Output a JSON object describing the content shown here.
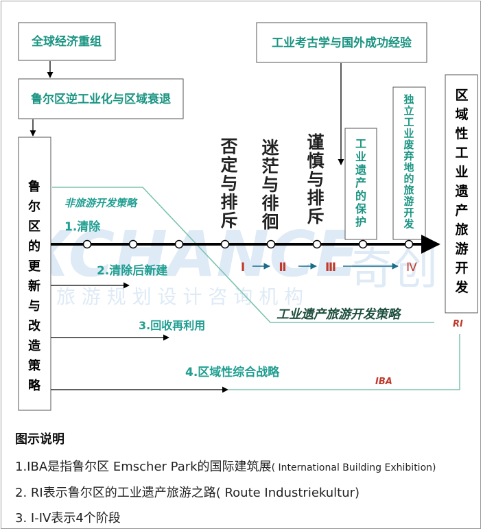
{
  "boxes": {
    "global_econ": "全球经济重组",
    "deindustrial": "鲁尔区逆工业化与区域衰退",
    "archaeology": "工业考古学与国外成功经验",
    "ruhr_strategy": [
      "鲁",
      "尔",
      "区",
      "的",
      "更",
      "新",
      "与",
      "改",
      "造",
      "策",
      "略"
    ],
    "regional_dev": [
      "区",
      "域",
      "性",
      "工",
      "业",
      "遗",
      "产",
      "旅",
      "游",
      "开",
      "发"
    ]
  },
  "phases": {
    "negation": [
      "否",
      "定",
      "与",
      "排",
      "斥"
    ],
    "confusion": [
      "迷",
      "茫",
      "与",
      "徘",
      "徊"
    ],
    "caution": [
      "谨",
      "慎",
      "与",
      "排",
      "斥"
    ],
    "protection": [
      "工",
      "业",
      "遗",
      "产",
      "的",
      "保",
      "护"
    ],
    "independent": [
      "独",
      "立",
      "工",
      "业",
      "废",
      "弃",
      "地",
      "的",
      "旅",
      "游",
      "开",
      "发"
    ]
  },
  "labels": {
    "non_tourism": "非旅游开发策略",
    "s1": "1.清除",
    "s2": "2.清除后新建",
    "s3": "3.回收再利用",
    "s4": "4.区域性综合战略",
    "heritage_strategy": "工业遗产旅游开发策略",
    "ri": "RI",
    "iba": "IBA"
  },
  "stages": [
    "Ⅰ",
    "Ⅱ",
    "Ⅲ",
    "Ⅳ"
  ],
  "watermark": {
    "brand": "XCHANCE",
    "cn": "奇创",
    "sub": "旅 游 规 划 设 计 咨 询 机 构"
  },
  "legend": {
    "title": "图示说明",
    "n1_main": "1.IBA是指鲁尔区 Emscher Park的国际建筑展",
    "n1_small": "( International Building Exhibition)",
    "n2": "2. RI表示鲁尔区的工业遗产旅游之路( Route Industriekultur)",
    "n3": "3. Ⅰ-IV表示4个阶段"
  },
  "colors": {
    "teal": "#1f9e91",
    "box_text": "#1a9482",
    "stage_red": "#c0392b",
    "green_line": "#6bbfa8",
    "watermark": "#c7dcef"
  }
}
